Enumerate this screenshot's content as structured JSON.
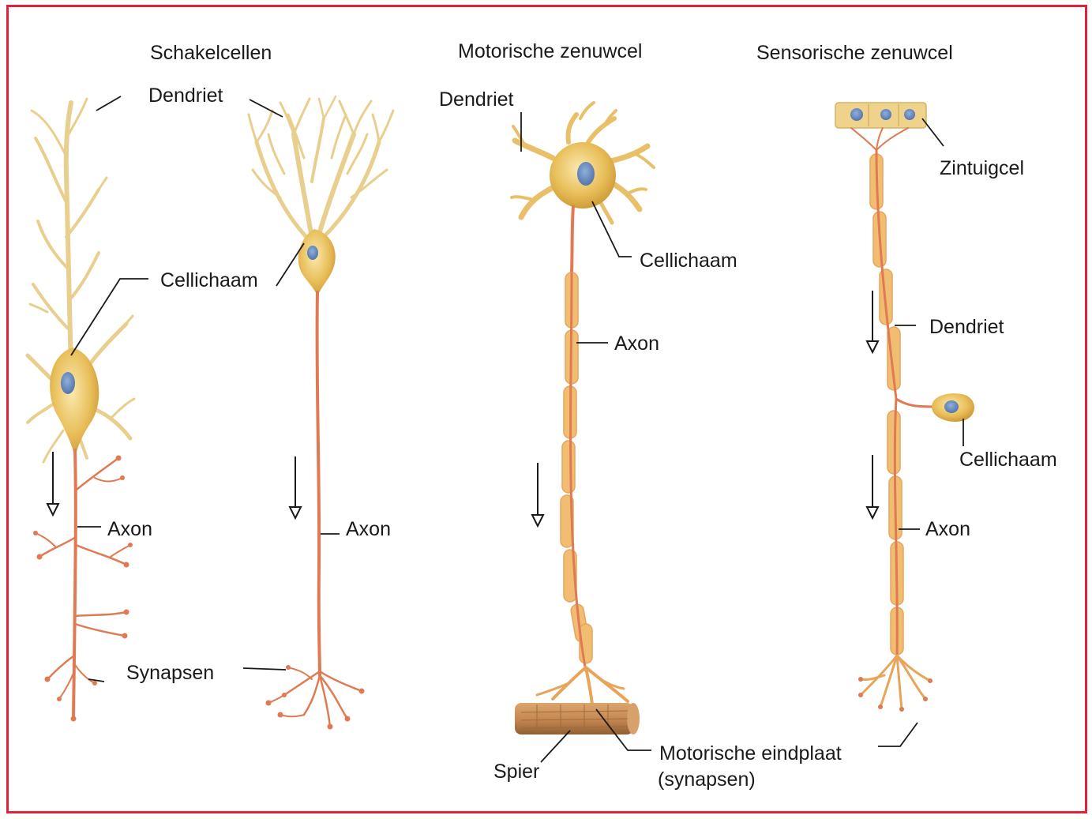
{
  "headings": {
    "interneurons": "Schakelcellen",
    "motor": "Motorische zenuwcel",
    "sensory": "Sensorische zenuwcel"
  },
  "labels": {
    "dendrite_a": "Dendriet",
    "cellbody_a": "Cellichaam",
    "axon_a1": "Axon",
    "axon_a2": "Axon",
    "synapses_a": "Synapsen",
    "dendrite_b": "Dendriet",
    "cellbody_b": "Cellichaam",
    "axon_b": "Axon",
    "muscle_b": "Spier",
    "endplate_b_line1": "Motorische eindplaat",
    "endplate_b_line2": "(synapsen)",
    "sensorycell_c": "Zintuigcel",
    "dendrite_c": "Dendriet",
    "cellbody_c": "Cellichaam",
    "axon_c": "Axon"
  },
  "colors": {
    "border": "#e2223a",
    "cell_body": "#e2b64a",
    "dendrite": "#e8cf8e",
    "axon": "#e07a52",
    "myelin": "#eeb36a",
    "nucleus": "#6f8fc2",
    "muscle": "#c78e55"
  }
}
